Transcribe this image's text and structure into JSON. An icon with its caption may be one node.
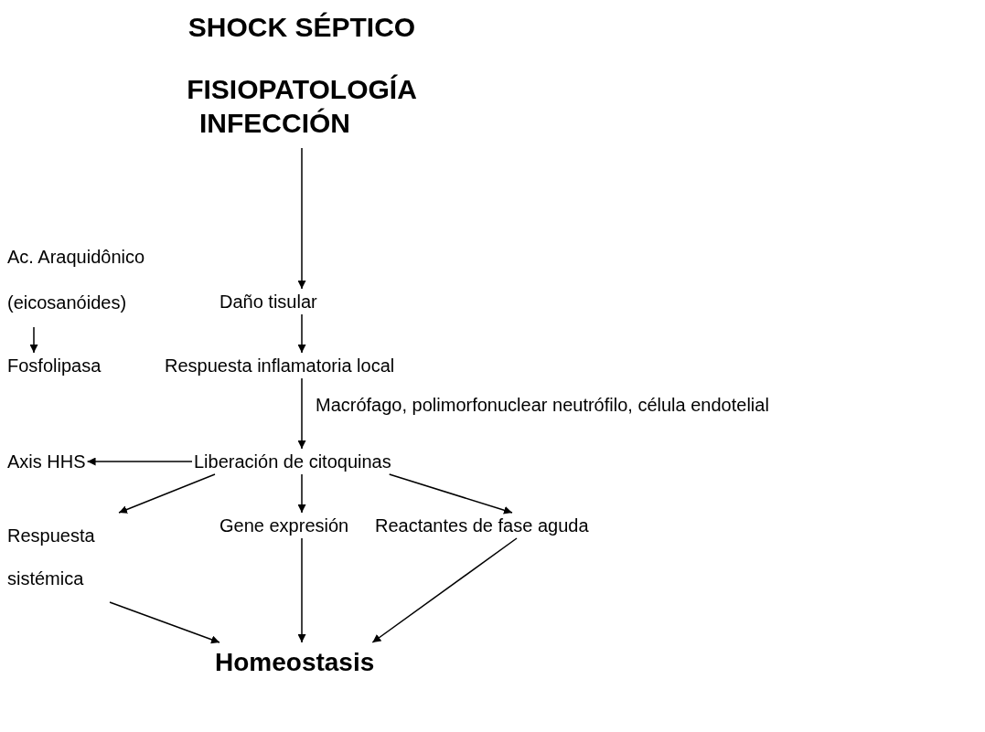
{
  "diagram": {
    "title": "SHOCK SÉPTICO FISIOPATOLOGÍA",
    "nodes": [
      {
        "text": [
          "INFECCIÓN"
        ]
      },
      {
        "text": [
          "Ac. Araquidônico (eicosanóides)"
        ]
      },
      {
        "text": [
          "Daño tisular"
        ]
      },
      {
        "text": [
          "Fosfolipasa"
        ]
      },
      {
        "text": [
          "Respuesta inflamatoria local"
        ]
      },
      {
        "text": [
          "Liberación de citoquinas"
        ]
      },
      {
        "text": [
          "Axis HHS"
        ]
      },
      {
        "text": [
          "Respuesta sistémica"
        ]
      },
      {
        "text": [
          "Gene expresión"
        ]
      },
      {
        "text": [
          "Reactantes de fase aguda"
        ]
      },
      {
        "text": [
          "Homeostasis"
        ]
      }
    ],
    "edges": [
      {
        "from": 0,
        "to": 2,
        "arrow": "to"
      },
      {
        "from": 1,
        "to": 3,
        "arrow": "to"
      },
      {
        "from": 2,
        "to": 4,
        "arrow": "to"
      },
      {
        "from": 4,
        "to": 5,
        "arrow": "to",
        "label": "Macrófago, polimorfonuclear neutrófilo, célula endotelial"
      },
      {
        "from": 5,
        "to": 6,
        "arrow": "to"
      },
      {
        "from": 5,
        "to": 7,
        "arrow": "to"
      },
      {
        "from": 5,
        "to": 8,
        "arrow": "to"
      },
      {
        "from": 5,
        "to": 9,
        "arrow": "to"
      },
      {
        "from": 7,
        "to": 10,
        "arrow": "to"
      },
      {
        "from": 8,
        "to": 10,
        "arrow": "to"
      },
      {
        "from": 9,
        "to": 10,
        "arrow": "to"
      }
    ]
  }
}
